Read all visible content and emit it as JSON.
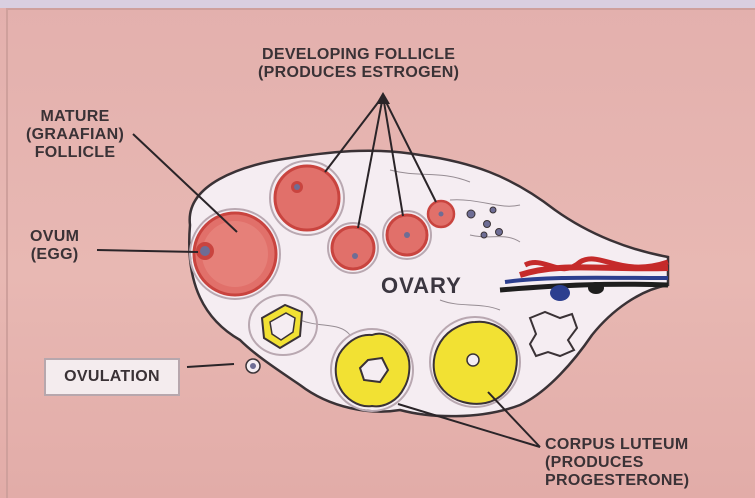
{
  "labels": {
    "developing_follicle": [
      "DEVELOPING FOLLICLE",
      "(PRODUCES ESTROGEN)"
    ],
    "mature_follicle": [
      "MATURE",
      "(GRAAFIAN)",
      "FOLLICLE"
    ],
    "ovum": [
      "OVUM",
      "(EGG)"
    ],
    "ovary": "OVARY",
    "ovulation": "OVULATION",
    "corpus_luteum": [
      "CORPUS LUTEUM",
      "(PRODUCES",
      "PROGESTERONE)"
    ]
  },
  "colors": {
    "background": "#e6b3b0",
    "ovary_body": "#f5edf2",
    "follicle": "#e1706a",
    "follicle_ring": "#c9443f",
    "corpus_luteum": "#f2e133",
    "vessel_red": "#c52a2a",
    "vessel_blue": "#2c3f8f",
    "label_text": "#3a3236"
  }
}
